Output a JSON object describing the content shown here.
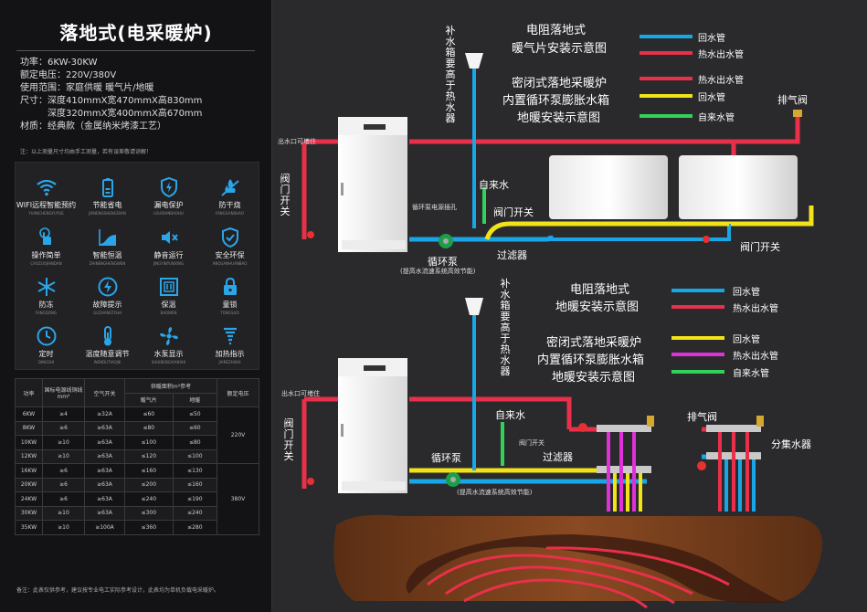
{
  "left": {
    "title": "落地式(电采暖炉)",
    "specs": [
      "功率：6KW-30KW",
      "额定电压：220V/380V",
      "使用范围：家庭供暖  暖气片/地暖",
      "尺寸：深度410mmX宽470mmX高830mm",
      "　　　深度320mmX宽400mmX高670mm",
      "材质：经典款（金属纳米烤漆工艺）"
    ],
    "note": "注：以上测量尺寸均由手工测量，若有误差敬请谅解！",
    "features": [
      {
        "icon": "wifi-icon",
        "label": "WIFI远程智能预约",
        "sub": "YUANCHENGYUYUE"
      },
      {
        "icon": "battery-icon",
        "label": "节能省电",
        "sub": "JIENENGSHENGDIAN"
      },
      {
        "icon": "shield-icon",
        "label": "漏电保护",
        "sub": "LOUDIANBAOHU"
      },
      {
        "icon": "anti-dry-icon",
        "label": "防干烧",
        "sub": "FANGGANSHAO"
      },
      {
        "icon": "touch-icon",
        "label": "操作简单",
        "sub": "CAOZUOJIANDAN"
      },
      {
        "icon": "thermostat-icon",
        "label": "智能恒温",
        "sub": "ZHINENGHENGWEN"
      },
      {
        "icon": "silent-icon",
        "label": "静音运行",
        "sub": "JINGYINYUNXING"
      },
      {
        "icon": "eco-shield-icon",
        "label": "安全环保",
        "sub": "ANQUANHUANBAO"
      },
      {
        "icon": "snowflake-icon",
        "label": "防冻",
        "sub": "FANGDONG"
      },
      {
        "icon": "fault-icon",
        "label": "故障提示",
        "sub": "GUZHANGTISHI"
      },
      {
        "icon": "insulation-icon",
        "label": "保温",
        "sub": "BAOWEN"
      },
      {
        "icon": "lock-icon",
        "label": "童锁",
        "sub": "TONGSUO"
      },
      {
        "icon": "clock-icon",
        "label": "定时",
        "sub": "DINGSHI"
      },
      {
        "icon": "thermometer-icon",
        "label": "温度随意调节",
        "sub": "WENDUTIAOJIE"
      },
      {
        "icon": "fan-icon",
        "label": "水泵显示",
        "sub": "SHUIBENGXIANSHI"
      },
      {
        "icon": "heat-indicator-icon",
        "label": "加热指示",
        "sub": "JIAREZHISHI"
      }
    ],
    "table": {
      "headers": [
        "功率",
        "国标电源线铜线mm²",
        "空气开关",
        "供暖面积m²参考",
        "额定电压"
      ],
      "subheaders": [
        "暖气片",
        "地暖"
      ],
      "rows": [
        [
          "6KW",
          "≥4",
          "≥32A",
          "≤60",
          "≤50"
        ],
        [
          "8KW",
          "≥6",
          "≥63A",
          "≤80",
          "≤60"
        ],
        [
          "10KW",
          "≥10",
          "≥63A",
          "≤100",
          "≤80"
        ],
        [
          "12KW",
          "≥10",
          "≥63A",
          "≤120",
          "≤100"
        ],
        [
          "16KW",
          "≥6",
          "≥63A",
          "≤160",
          "≤130"
        ],
        [
          "20KW",
          "≥6",
          "≥63A",
          "≤200",
          "≤160"
        ],
        [
          "24KW",
          "≥6",
          "≥63A",
          "≤240",
          "≤190"
        ],
        [
          "30KW",
          "≥10",
          "≥63A",
          "≤300",
          "≤240"
        ],
        [
          "35KW",
          "≥10",
          "≥100A",
          "≤360",
          "≤280"
        ]
      ],
      "voltage_220": "220V",
      "voltage_380": "380V"
    },
    "footnote": "备注：此表仅供参考，建议按专业电工实际参考设计，此表均为单机负载电采暖炉。"
  },
  "top": {
    "title1a": "电阻落地式",
    "title1b": "暖气片安装示意图",
    "title2a": "密闭式落地采暖炉",
    "title2b": "内置循环泵膨胀水箱",
    "title2c": "地暖安装示意图",
    "leg_return": "回水管",
    "leg_hot": "热水出水管",
    "leg_hot2": "热水出水管",
    "leg_return2": "回水管",
    "leg_tap": "自来水管",
    "exhaust": "排气阀",
    "outlet": "出水口可堵住",
    "valve_left": "阀门开关",
    "tap": "自来水",
    "pump_socket": "循环泵电源插孔",
    "valve_mid": "阀门开关",
    "pump": "循环泵",
    "pump_note": "(提高水流速系统高效节能)",
    "filter": "过滤器",
    "valve_right": "阀门开关",
    "tank_text": "补水箱要高于热水器"
  },
  "bottom": {
    "title1a": "电阻落地式",
    "title1b": "地暖安装示意图",
    "title2a": "密闭式落地采暖炉",
    "title2b": "内置循环泵膨胀水箱",
    "title2c": "地暖安装示意图",
    "leg_return": "回水管",
    "leg_hot": "热水出水管",
    "leg_return2": "回水管",
    "leg_hot2": "热水出水管",
    "leg_tap": "自来水管",
    "exhaust": "排气阀",
    "outlet": "出水口可堵住",
    "valve_left": "阀门开关",
    "tap": "自来水",
    "valve_mid": "阀门开关",
    "filter": "过滤器",
    "pump": "循环泵",
    "pump_note": "(提高水流速系统高效节能)",
    "manifold": "分集水器",
    "tank_text": "补水箱要高于热水器"
  },
  "colors": {
    "hot": "#e8304a",
    "return": "#19a6e6",
    "yellow": "#f2e21a",
    "green": "#32d25a",
    "magenta": "#e030d8"
  }
}
